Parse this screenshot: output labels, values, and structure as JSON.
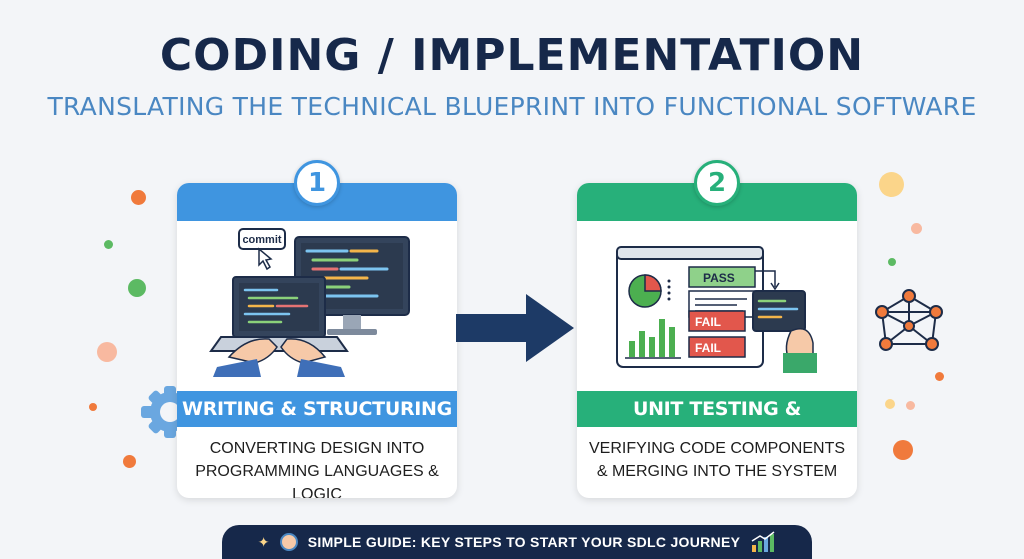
{
  "header": {
    "title": "CODING / IMPLEMENTATION",
    "subtitle": "TRANSLATING THE TECHNICAL BLUEPRINT INTO FUNCTIONAL SOFTWARE"
  },
  "steps": [
    {
      "number": "1",
      "label": "WRITING & STRUCTURING CODE",
      "desc_line1": "CONVERTING DESIGN INTO",
      "desc_line2": "PROGRAMMING LANGUAGES & LOGIC",
      "illustration_text": "commit",
      "color": "#3f95e0"
    },
    {
      "number": "2",
      "label": "UNIT TESTING & INTEGRATION",
      "desc_line1": "VERIFYING CODE COMPONENTS",
      "desc_line2": "& MERGING INTO THE SYSTEM",
      "illustration_pass": "PASS",
      "illustration_fail": "FAIL",
      "color": "#27b07a"
    }
  ],
  "footer": {
    "text": "SIMPLE GUIDE: KEY STEPS TO START YOUR SDLC JOURNEY"
  },
  "colors": {
    "navy": "#16284a",
    "blue": "#3f95e0",
    "green": "#27b07a",
    "fail_red": "#e2574c",
    "pass_green": "#4caf50"
  },
  "icons": [
    "gear-icon",
    "network-icon",
    "arrow-right-icon",
    "sparkle-icon",
    "chart-up-icon"
  ]
}
